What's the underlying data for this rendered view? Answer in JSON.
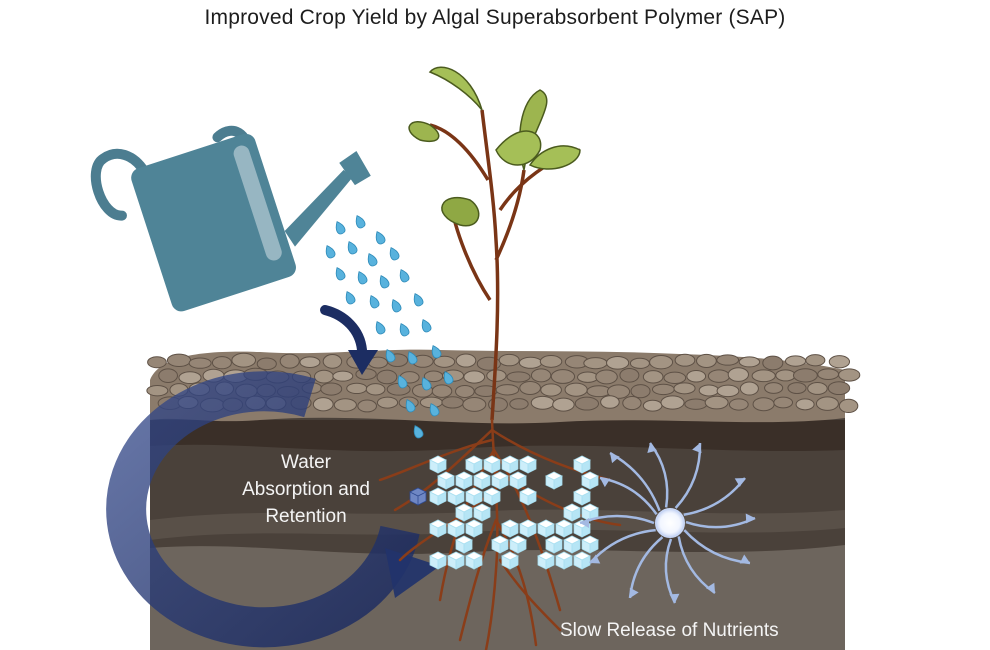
{
  "title": "Improved Crop Yield by Algal Superabsorbent Polymer (SAP)",
  "labels": {
    "water_retention": [
      "Water",
      "Absorption and",
      "Retention"
    ],
    "nutrient_release": "Slow Release of Nutrients"
  },
  "icons": [
    "watering-can-icon",
    "water-droplet-icon",
    "curved-arrow-icon",
    "plant-icon",
    "polymer-cube-icon",
    "nutrient-release-icon"
  ],
  "colors": {
    "topsoil": "#8a7a6a",
    "soil_dark": "#3f332b",
    "soil_mid": "#4d443c",
    "soil_bottom": "#6b635b",
    "water_drop": "#58b2dd",
    "cycle_arrow": "#1d2f66",
    "watering_can": "#4c7d90",
    "leaf": "#a5bf57",
    "root": "#7a3516",
    "polymer": "#d9f4fb",
    "nutrient_arrow": "#9fb6e0"
  }
}
